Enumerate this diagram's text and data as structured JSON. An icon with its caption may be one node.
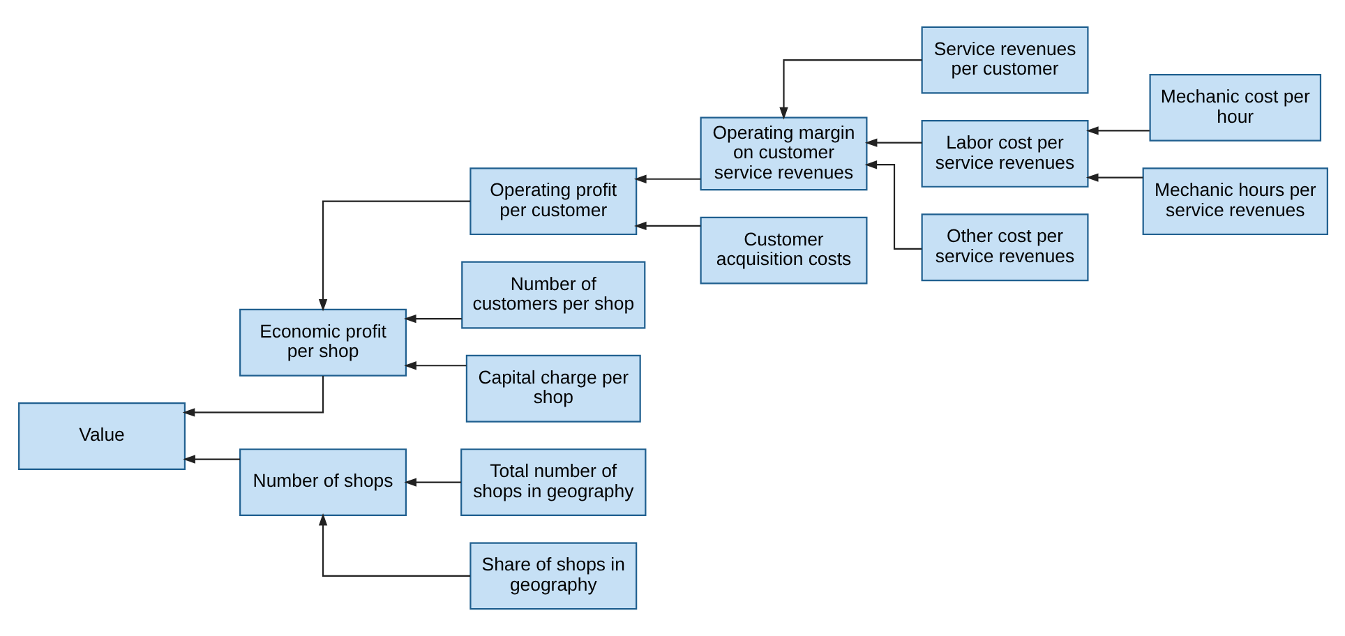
{
  "diagram": {
    "nodes": [
      {
        "text": [
          "Value"
        ]
      },
      {
        "text": [
          "Economic profit per shop"
        ]
      },
      {
        "text": [
          "Number of shops"
        ]
      },
      {
        "text": [
          "Operating profit per customer"
        ]
      },
      {
        "text": [
          "Number of customers per shop"
        ]
      },
      {
        "text": [
          "Capital charge per shop"
        ]
      },
      {
        "text": [
          "Total number of shops in geography"
        ]
      },
      {
        "text": [
          "Share of shops in geography"
        ]
      },
      {
        "text": [
          "Operating margin on customer service revenues"
        ]
      },
      {
        "text": [
          "Customer acquisition costs"
        ]
      },
      {
        "text": [
          "Service revenues per customer"
        ]
      },
      {
        "text": [
          "Labor cost per service revenues"
        ]
      },
      {
        "text": [
          "Other cost per service revenues"
        ]
      },
      {
        "text": [
          "Mechanic cost per hour"
        ]
      },
      {
        "text": [
          "Mechanic hours per service revenues"
        ]
      }
    ],
    "edges": [
      {
        "from": 1,
        "to": 0,
        "arrow": "to"
      },
      {
        "from": 2,
        "to": 0,
        "arrow": "to"
      },
      {
        "from": 3,
        "to": 1,
        "arrow": "to"
      },
      {
        "from": 4,
        "to": 1,
        "arrow": "to"
      },
      {
        "from": 5,
        "to": 1,
        "arrow": "to"
      },
      {
        "from": 6,
        "to": 2,
        "arrow": "to"
      },
      {
        "from": 7,
        "to": 2,
        "arrow": "to"
      },
      {
        "from": 8,
        "to": 3,
        "arrow": "to"
      },
      {
        "from": 9,
        "to": 3,
        "arrow": "to"
      },
      {
        "from": 10,
        "to": 8,
        "arrow": "to"
      },
      {
        "from": 11,
        "to": 8,
        "arrow": "to"
      },
      {
        "from": 12,
        "to": 8,
        "arrow": "to"
      },
      {
        "from": 13,
        "to": 11,
        "arrow": "to"
      },
      {
        "from": 14,
        "to": 11,
        "arrow": "to"
      }
    ]
  }
}
